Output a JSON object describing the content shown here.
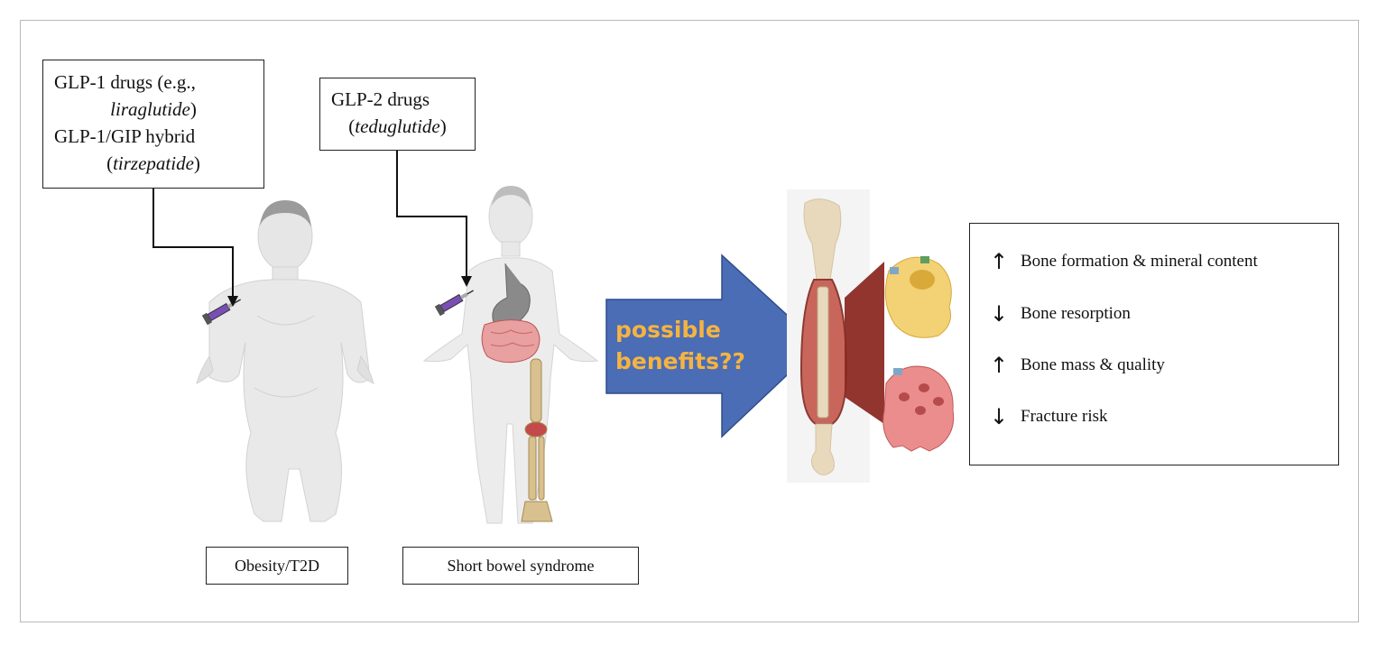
{
  "drug_box_1": {
    "line1": "GLP-1 drugs (e.g.,",
    "line2": "liraglutide",
    "line2_suffix": ")",
    "line3": "GLP-1/GIP hybrid",
    "line4_prefix": "(",
    "line4": "tirzepatide",
    "line4_suffix": ")"
  },
  "drug_box_2": {
    "line1": "GLP-2 drugs",
    "line2_prefix": "(",
    "line2": "teduglutide",
    "line2_suffix": ")"
  },
  "labels": {
    "obesity": "Obesity/T2D",
    "sbs": "Short bowel syndrome"
  },
  "big_arrow": {
    "line1": "possible",
    "line2": "benefits??",
    "fill": "#4a6db5",
    "text_color": "#f5b341"
  },
  "effects": [
    {
      "direction": "↑",
      "text": "Bone formation & mineral content"
    },
    {
      "direction": "↓",
      "text": "Bone resorption"
    },
    {
      "direction": "↑",
      "text": "Bone mass & quality"
    },
    {
      "direction": "↓",
      "text": "Fracture risk"
    }
  ]
}
